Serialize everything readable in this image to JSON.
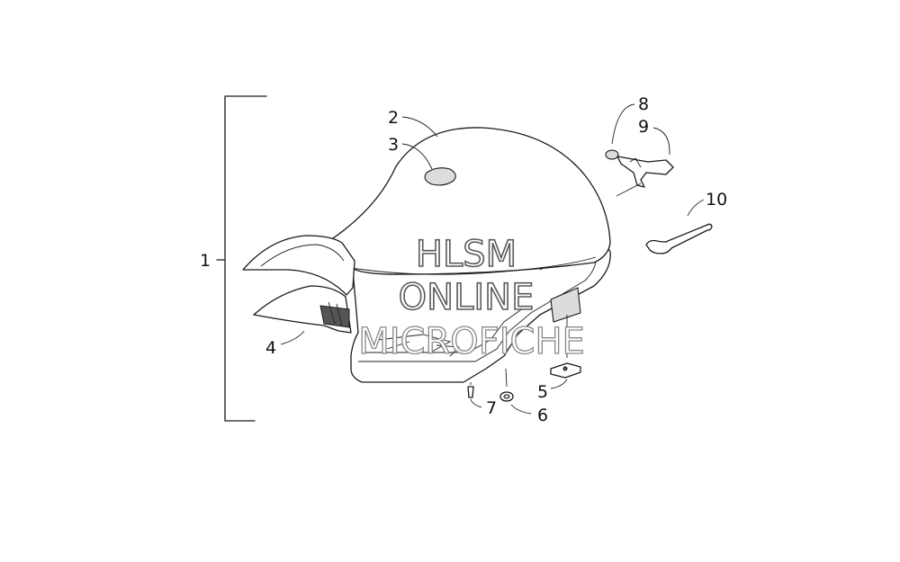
{
  "callouts": [
    {
      "id": "c1",
      "label": "1"
    },
    {
      "id": "c2",
      "label": "2"
    },
    {
      "id": "c3",
      "label": "3"
    },
    {
      "id": "c4",
      "label": "4"
    },
    {
      "id": "c5",
      "label": "5"
    },
    {
      "id": "c6",
      "label": "6"
    },
    {
      "id": "c7",
      "label": "7"
    },
    {
      "id": "c8",
      "label": "8"
    },
    {
      "id": "c9",
      "label": "9"
    },
    {
      "id": "c10",
      "label": "10"
    }
  ],
  "watermark": {
    "line1": "HLSM",
    "line2": "ONLINE",
    "line3": "MICROFICHE"
  }
}
